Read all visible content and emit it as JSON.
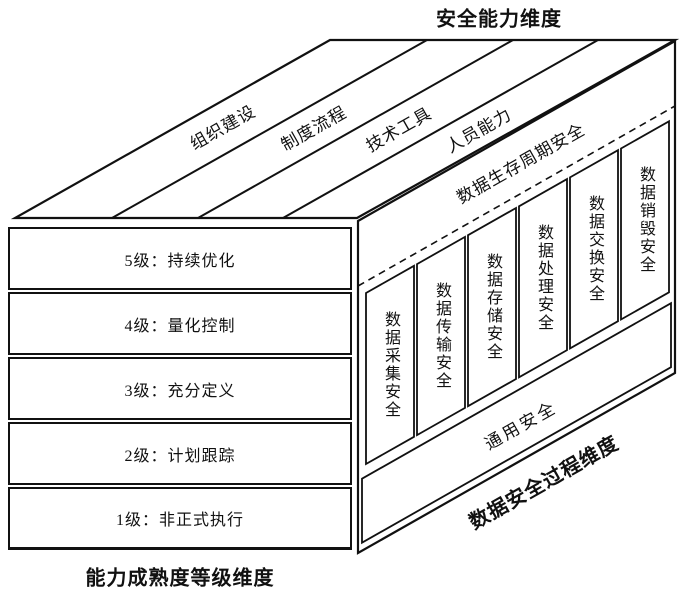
{
  "diagram": {
    "top_axis": {
      "title": "安全能力维度",
      "bands": [
        "组织建设",
        "制度流程",
        "技术工具",
        "人员能力"
      ]
    },
    "left_axis": {
      "title": "能力成熟度等级维度",
      "levels": [
        "5级：持续优化",
        "4级：量化控制",
        "3级：充分定义",
        "2级：计划跟踪",
        "1级：非正式执行"
      ]
    },
    "right_axis": {
      "title": "数据安全过程维度",
      "lifecycle_band": "数据生存周期安全",
      "general_band": "通用安全",
      "process_areas": [
        "数据采集安全",
        "数据传输安全",
        "数据存储安全",
        "数据处理安全",
        "数据交换安全",
        "数据销毁安全"
      ]
    },
    "colors": {
      "line": "#111111",
      "background": "#ffffff",
      "text": "#111111"
    }
  }
}
